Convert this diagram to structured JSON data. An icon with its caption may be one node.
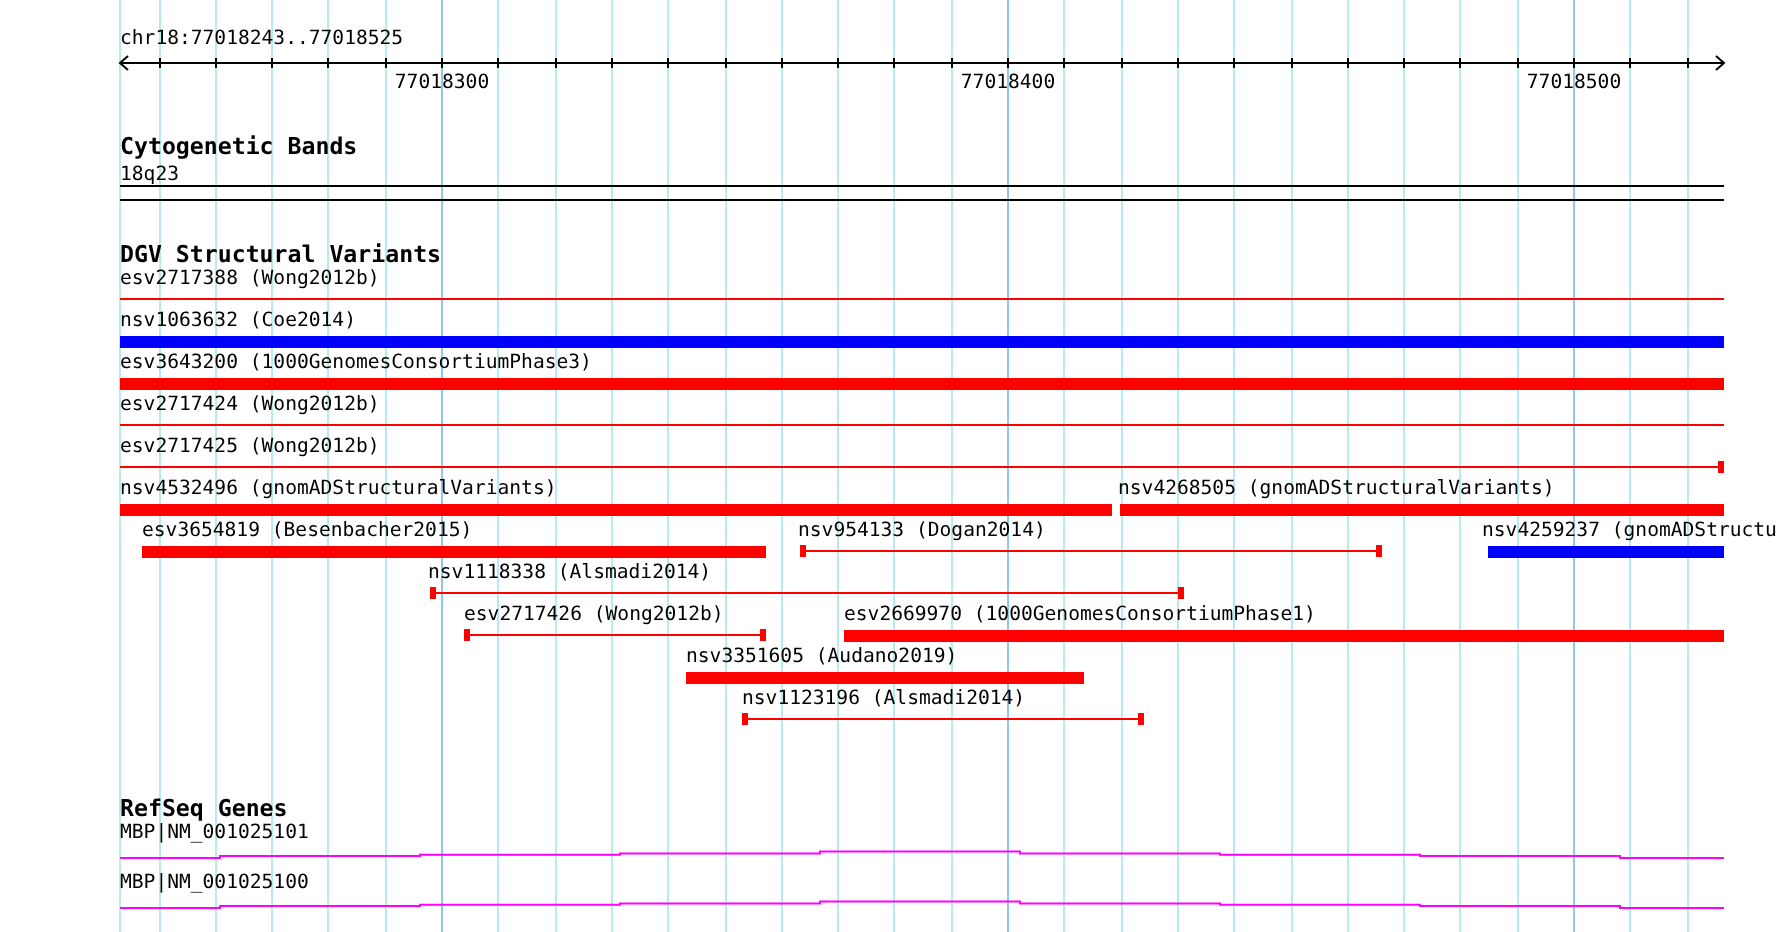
{
  "diagram": {
    "nodes": [
      {
        "text": [
          "18q23"
        ]
      },
      {
        "text": [
          "esv2717388 (Wong2012b)"
        ]
      },
      {
        "text": [
          "nsv1063632 (Coe2014)"
        ]
      },
      {
        "text": [
          "esv3643200 (1000GenomesConsortiumPhase3)"
        ]
      },
      {
        "text": [
          "esv2717424 (Wong2012b)"
        ]
      },
      {
        "text": [
          "esv2717425 (Wong2012b)"
        ]
      },
      {
        "text": [
          "nsv4532496 (gnomADStructuralVariants)"
        ]
      },
      {
        "text": [
          "nsv4268505 (gnomADStructuralVariants)"
        ]
      },
      {
        "text": [
          "esv3654819 (Besenbacher2015)"
        ]
      },
      {
        "text": [
          "nsv954133 (Dogan2014)"
        ]
      },
      {
        "text": [
          "nsv4259237 (gnomADStructu"
        ]
      },
      {
        "text": [
          "nsv1118338 (Alsmadi2014)"
        ]
      },
      {
        "text": [
          "esv2717426 (Wong2012b)"
        ]
      },
      {
        "text": [
          "esv2669970 (1000GenomesConsortiumPhase1)"
        ]
      },
      {
        "text": [
          "nsv3351605 (Audano2019)"
        ]
      },
      {
        "text": [
          "nsv1123196 (Alsmadi2014)"
        ]
      },
      {
        "text": [
          "MBP|NM_001025101"
        ]
      },
      {
        "text": [
          "MBP|NM_001025100"
        ]
      }
    ],
    "labels": [
      "chr18:77018243..77018525",
      "77018300",
      "77018400",
      "77018500",
      "Cytogenetic Bands",
      "DGV Structural Variants",
      "RefSeq Genes"
    ]
  }
}
